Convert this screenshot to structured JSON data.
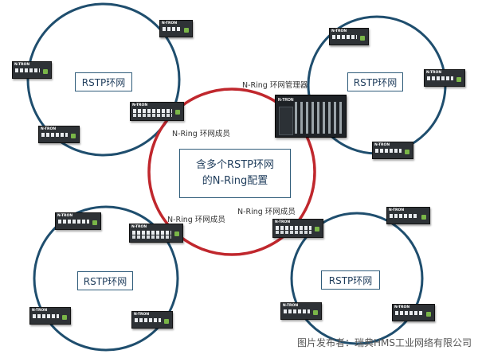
{
  "rings": {
    "top_left_label": "RSTP环网",
    "top_right_label": "RSTP环网",
    "bottom_left_label": "RSTP环网",
    "bottom_right_label": "RSTP环网"
  },
  "center": {
    "line1": "含多个RSTP环网",
    "line2": "的N-Ring配置"
  },
  "captions": {
    "manager": "N-Ring 环网管理器",
    "member_upper": "N-Ring 环网成员",
    "member_lower_left": "N-Ring 环网成员",
    "member_lower_right": "N-Ring 环网成员"
  },
  "device_logo": "N-TRON",
  "watermark": "图片发布者：瑞典HMS工业网络有限公司",
  "colors": {
    "rstp_ring": "#1f4e6e",
    "nring": "#c0272d"
  }
}
